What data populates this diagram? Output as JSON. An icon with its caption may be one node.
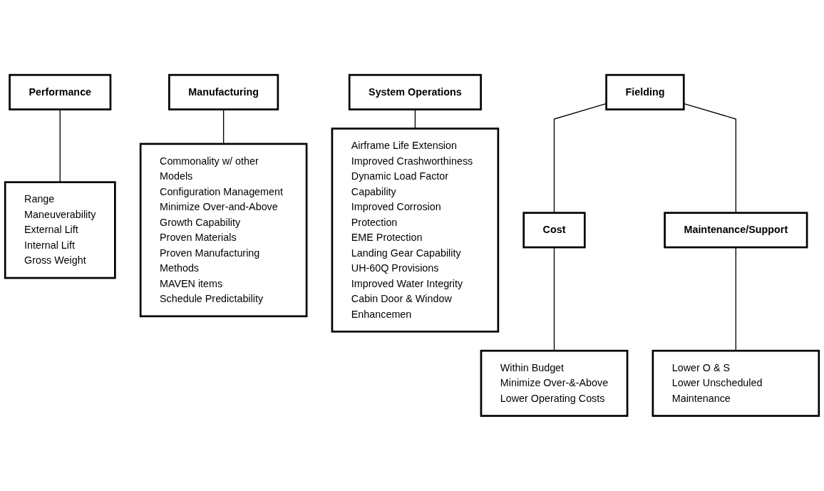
{
  "diagram": {
    "nodes": [
      {
        "text": [
          "Performance"
        ]
      },
      {
        "text": [
          "Range",
          "Maneuverability",
          "External Lift",
          "Internal Lift",
          "Gross Weight"
        ]
      },
      {
        "text": [
          "Manufacturing"
        ]
      },
      {
        "text": [
          "Commonality w/ other Models",
          "Configuration Management",
          "Minimize Over-and-Above",
          "Growth Capability",
          "Proven Materials",
          "Proven Manufacturing Methods",
          "MAVEN items",
          "Schedule Predictability"
        ]
      },
      {
        "text": [
          "System Operations"
        ]
      },
      {
        "text": [
          "Airframe Life Extension",
          "Improved Crashworthiness",
          "Dynamic Load Factor Capability",
          "Improved Corrosion Protection",
          "EME Protection",
          "Landing Gear Capability",
          "UH-60Q Provisions",
          "Improved Water Integrity",
          "Cabin Door & Window Enhancemen"
        ]
      },
      {
        "text": [
          "Fielding"
        ]
      },
      {
        "text": [
          "Cost"
        ]
      },
      {
        "text": [
          "Maintenance/Support"
        ]
      },
      {
        "text": [
          "Within Budget",
          "Minimize Over-&-Above",
          "Lower Operating Costs"
        ]
      },
      {
        "text": [
          "Lower O & S",
          "Lower Unscheduled Maintenance"
        ]
      }
    ],
    "edges": [
      {
        "from": 0,
        "to": 1,
        "arrow": "none"
      },
      {
        "from": 2,
        "to": 3,
        "arrow": "none"
      },
      {
        "from": 4,
        "to": 5,
        "arrow": "none"
      },
      {
        "from": 6,
        "to": 7,
        "arrow": "none"
      },
      {
        "from": 6,
        "to": 8,
        "arrow": "none"
      },
      {
        "from": 7,
        "to": 9,
        "arrow": "none"
      },
      {
        "from": 8,
        "to": 10,
        "arrow": "none"
      }
    ]
  }
}
